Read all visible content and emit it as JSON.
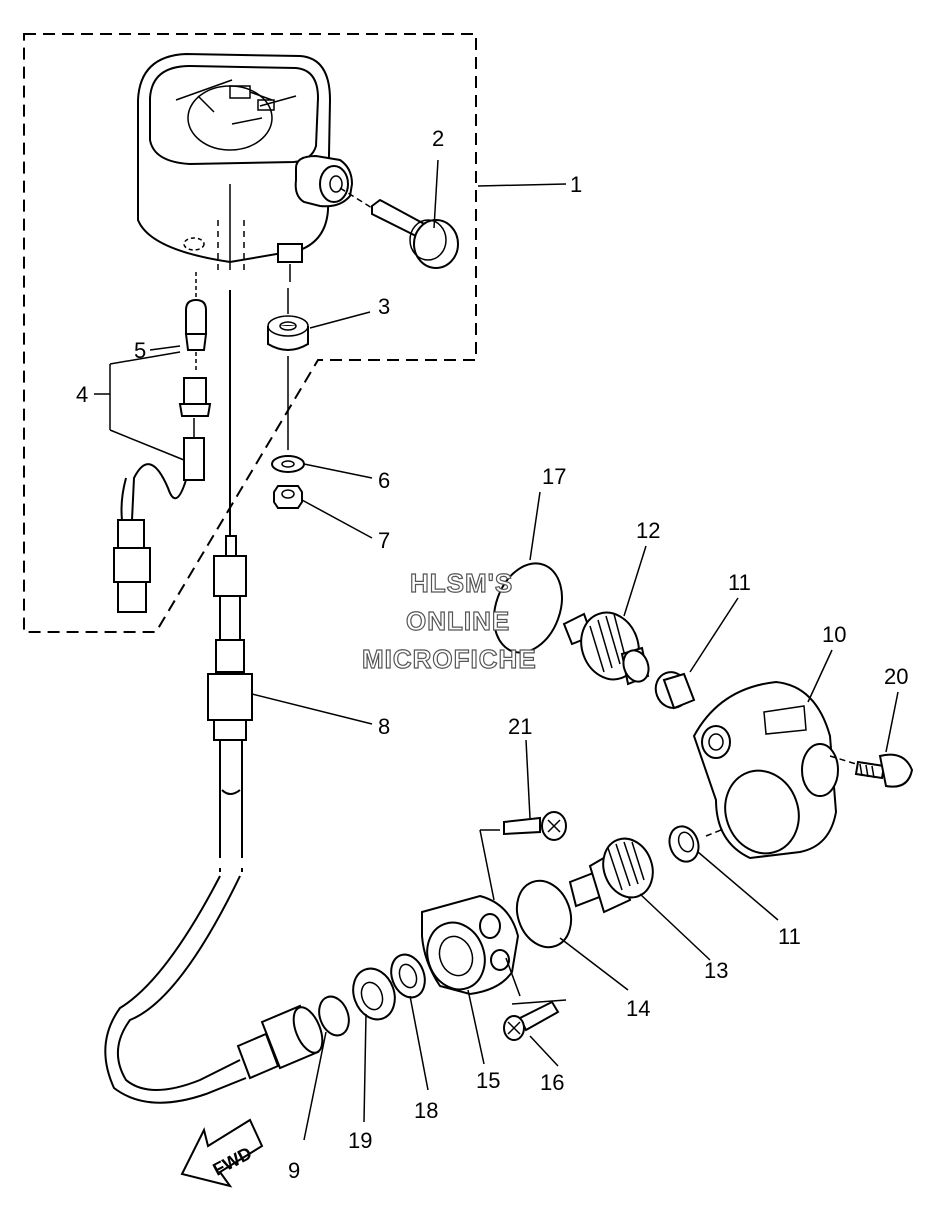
{
  "callouts": {
    "c1": "1",
    "c2": "2",
    "c3": "3",
    "c4": "4",
    "c5": "5",
    "c6": "6",
    "c7": "7",
    "c8": "8",
    "c9": "9",
    "c10": "10",
    "c11a": "11",
    "c11b": "11",
    "c12": "12",
    "c13": "13",
    "c14": "14",
    "c15": "15",
    "c16": "16",
    "c17": "17",
    "c18": "18",
    "c19": "19",
    "c20": "20",
    "c21": "21"
  },
  "watermark": {
    "line1": "HLSM'S",
    "line2": "ONLINE",
    "line3": "MICROFICHE"
  },
  "direction_arrow": {
    "label": "FWD",
    "icon": "fwd-arrow-icon"
  }
}
